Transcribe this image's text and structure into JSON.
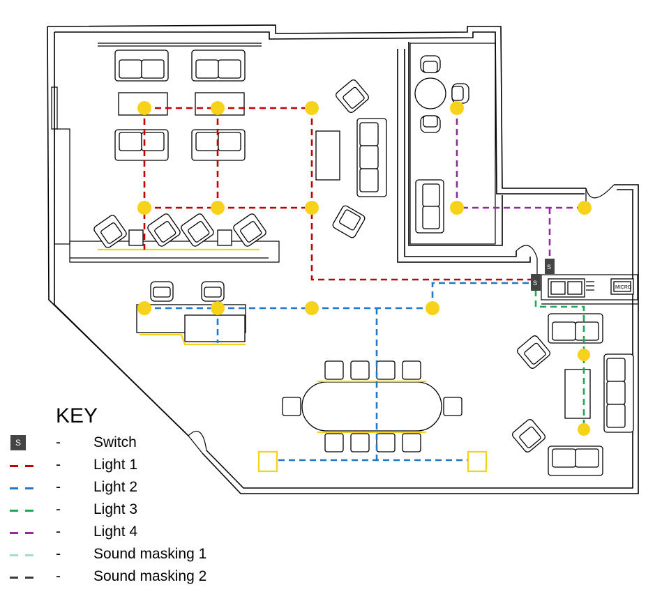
{
  "key": {
    "title": "KEY",
    "separator": "-",
    "switch": {
      "symbol": "S",
      "label": "Switch"
    },
    "items": [
      {
        "label": "Light 1",
        "color": "#c00000"
      },
      {
        "label": "Light 2",
        "color": "#1f78c8"
      },
      {
        "label": "Light 3",
        "color": "#1ea851"
      },
      {
        "label": "Light 4",
        "color": "#8e2c9b"
      },
      {
        "label": "Sound masking 1",
        "color": "#a8d8cf"
      },
      {
        "label": "Sound masking 2",
        "color": "#3a3a3a"
      }
    ]
  },
  "plan": {
    "switch_symbol": "S",
    "microwave_label": "MICRO",
    "lamp_color": "#f7d21b",
    "accent_color": "#f5d21a"
  }
}
